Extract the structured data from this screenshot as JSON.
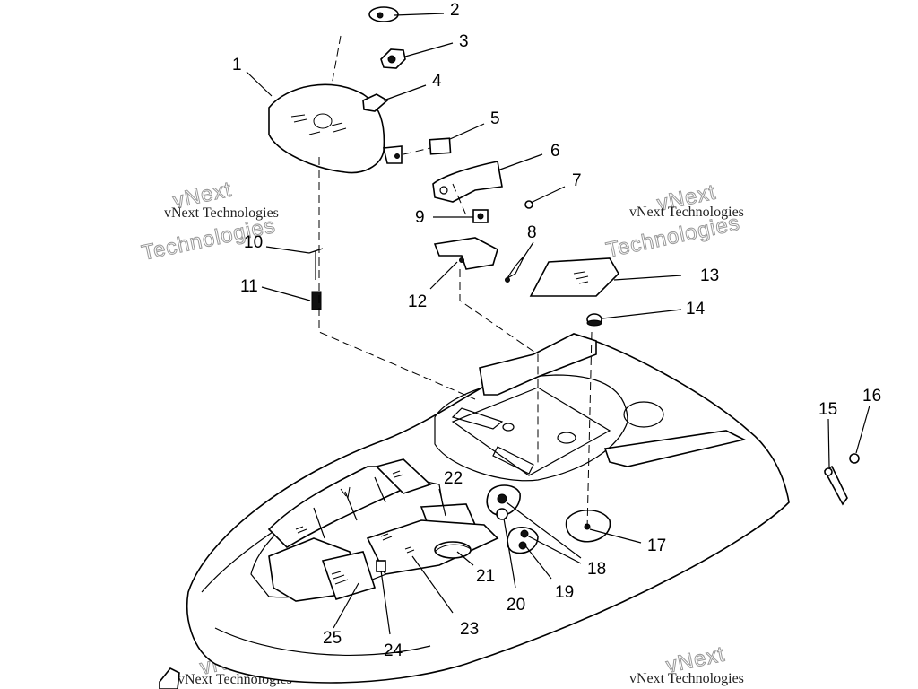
{
  "callouts": [
    {
      "id": "1",
      "text": "1"
    },
    {
      "id": "2",
      "text": "2"
    },
    {
      "id": "3",
      "text": "3"
    },
    {
      "id": "4",
      "text": "4"
    },
    {
      "id": "5",
      "text": "5"
    },
    {
      "id": "6",
      "text": "6"
    },
    {
      "id": "7",
      "text": "7"
    },
    {
      "id": "8",
      "text": "8"
    },
    {
      "id": "9",
      "text": "9"
    },
    {
      "id": "10",
      "text": "10"
    },
    {
      "id": "11",
      "text": "11"
    },
    {
      "id": "12",
      "text": "12"
    },
    {
      "id": "13",
      "text": "13"
    },
    {
      "id": "14",
      "text": "14"
    },
    {
      "id": "15",
      "text": "15"
    },
    {
      "id": "16",
      "text": "16"
    },
    {
      "id": "17",
      "text": "17"
    },
    {
      "id": "18",
      "text": "18"
    },
    {
      "id": "19",
      "text": "19"
    },
    {
      "id": "20",
      "text": "20"
    },
    {
      "id": "21",
      "text": "21"
    },
    {
      "id": "22",
      "text": "22"
    },
    {
      "id": "23",
      "text": "23"
    },
    {
      "id": "24",
      "text": "24"
    },
    {
      "id": "25",
      "text": "25"
    }
  ],
  "watermark": {
    "name": "vNext Technologies",
    "word1": "vNext",
    "word2": "Technologies"
  }
}
